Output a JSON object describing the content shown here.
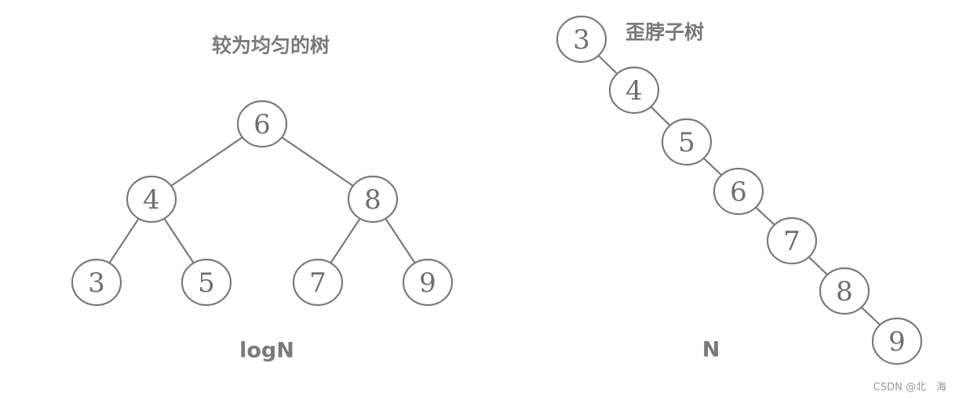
{
  "balanced_tree": {
    "title": "较为均匀的树",
    "complexity": "logN",
    "nodes": [
      {
        "id": "b6",
        "value": "6"
      },
      {
        "id": "b4",
        "value": "4"
      },
      {
        "id": "b8",
        "value": "8"
      },
      {
        "id": "b3",
        "value": "3"
      },
      {
        "id": "b5",
        "value": "5"
      },
      {
        "id": "b7",
        "value": "7"
      },
      {
        "id": "b9",
        "value": "9"
      }
    ],
    "edges": [
      [
        "b6",
        "b4"
      ],
      [
        "b6",
        "b8"
      ],
      [
        "b4",
        "b3"
      ],
      [
        "b4",
        "b5"
      ],
      [
        "b8",
        "b7"
      ],
      [
        "b8",
        "b9"
      ]
    ]
  },
  "skewed_tree": {
    "title": "歪脖子树",
    "complexity": "N",
    "nodes": [
      {
        "id": "s3",
        "value": "3"
      },
      {
        "id": "s4",
        "value": "4"
      },
      {
        "id": "s5",
        "value": "5"
      },
      {
        "id": "s6",
        "value": "6"
      },
      {
        "id": "s7",
        "value": "7"
      },
      {
        "id": "s8",
        "value": "8"
      },
      {
        "id": "s9",
        "value": "9"
      }
    ],
    "edges": [
      [
        "s3",
        "s4"
      ],
      [
        "s4",
        "s5"
      ],
      [
        "s5",
        "s6"
      ],
      [
        "s6",
        "s7"
      ],
      [
        "s7",
        "s8"
      ],
      [
        "s8",
        "s9"
      ]
    ]
  },
  "watermark": "CSDN @北　海"
}
